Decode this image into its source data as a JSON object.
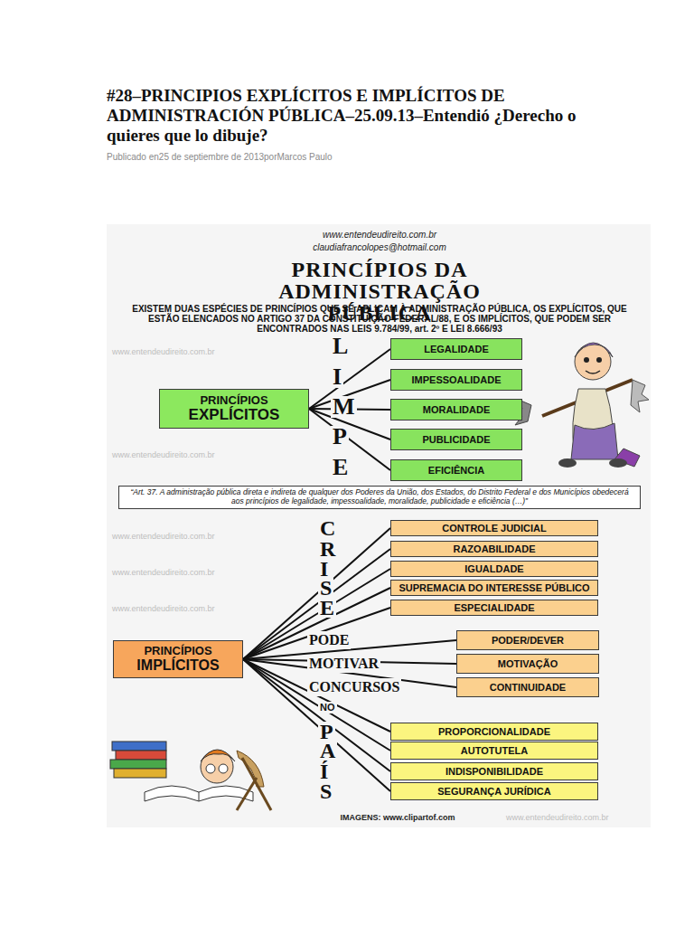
{
  "diagram": {
    "title": "#28–PRINCIPIOS EXPLÍCITOS E IMPLÍCITOS DE ADMINISTRACIÓN PÚBLICA–25.09.13–Entendió ¿Derecho o quieres que lo dibuje?",
    "nodes": [
      {
        "text": [
          "PRINCÍPIOS",
          "EXPLÍCITOS"
        ]
      },
      {
        "text": [
          "LEGALIDADE"
        ]
      },
      {
        "text": [
          "IMPESSOALIDADE"
        ]
      },
      {
        "text": [
          "MORALIDADE"
        ]
      },
      {
        "text": [
          "PUBLICIDADE"
        ]
      },
      {
        "text": [
          "EFICIÊNCIA"
        ]
      },
      {
        "text": [
          "“Art. 37. A administração pública direta e indireta de qualquer dos Poderes da União, dos Estados, do Distrito Federal e dos Municípios obedecerá aos princípios de legalidade, impessoalidade, moralidade, publicidade e eficiência (…)”"
        ]
      },
      {
        "text": [
          "PRINCÍPIOS",
          "IMPLÍCITOS"
        ]
      },
      {
        "text": [
          "CONTROLE JUDICIAL"
        ]
      },
      {
        "text": [
          "RAZOABILIDADE"
        ]
      },
      {
        "text": [
          "IGUALDADE"
        ]
      },
      {
        "text": [
          "SUPREMACIA DO INTERESSE PÚBLICO"
        ]
      },
      {
        "text": [
          "ESPECIALIDADE"
        ]
      },
      {
        "text": [
          "PODER/DEVER"
        ]
      },
      {
        "text": [
          "MOTIVAÇÃO"
        ]
      },
      {
        "text": [
          "CONTINUIDADE"
        ]
      },
      {
        "text": [
          "PROPORCIONALIDADE"
        ]
      },
      {
        "text": [
          "AUTOTUTELA"
        ]
      },
      {
        "text": [
          "INDISPONIBILIDADE"
        ]
      },
      {
        "text": [
          "SEGURANÇA JURÍDICA"
        ]
      }
    ],
    "edges": [
      {
        "from": 0,
        "to": 1,
        "arrow": "none"
      },
      {
        "from": 0,
        "to": 2,
        "arrow": "none"
      },
      {
        "from": 0,
        "to": 3,
        "arrow": "none"
      },
      {
        "from": 0,
        "to": 4,
        "arrow": "none"
      },
      {
        "from": 0,
        "to": 5,
        "arrow": "none"
      },
      {
        "from": 7,
        "to": 8,
        "arrow": "none"
      },
      {
        "from": 7,
        "to": 9,
        "arrow": "none"
      },
      {
        "from": 7,
        "to": 10,
        "arrow": "none"
      },
      {
        "from": 7,
        "to": 11,
        "arrow": "none"
      },
      {
        "from": 7,
        "to": 12,
        "arrow": "none"
      },
      {
        "from": 7,
        "to": 13,
        "arrow": "none"
      },
      {
        "from": 7,
        "to": 14,
        "arrow": "none"
      },
      {
        "from": 7,
        "to": 15,
        "arrow": "none"
      },
      {
        "from": 7,
        "to": 16,
        "arrow": "none"
      },
      {
        "from": 7,
        "to": 17,
        "arrow": "none"
      },
      {
        "from": 7,
        "to": 18,
        "arrow": "none"
      },
      {
        "from": 7,
        "to": 19,
        "arrow": "none"
      }
    ],
    "labels": [
      "Publicado en25 de septiembre de 2013porMarcos Paulo",
      "www.entendeudireito.com.br",
      "claudiafrancolopes@hotmail.com",
      "PRINCÍPIOS DA ADMINISTRAÇÃO PÚBLICA",
      "EXISTEM DUAS ESPÉCIES DE PRINCÍPIOS QUE SE APLICAM À ADMINISTRAÇÃO PÚBLICA, OS EXPLÍCITOS, QUE ESTÃO ELENCADOS NO ARTIGO 37 DA CONSTITUIÇÃO FEDERAL/88, E OS IMPLÍCITOS, QUE PODEM SER ENCONTRADOS NAS LEIS 9.784/99, art. 2º E LEI 8.666/93",
      "L",
      "I",
      "M",
      "P",
      "E",
      "C",
      "R",
      "I",
      "S",
      "E",
      "PODE",
      "MOTIVAR",
      "CONCURSOS",
      "NO",
      "P",
      "A",
      "Í",
      "S",
      "IMAGENS: www.clipartof.com",
      "www.entendeudireito.com.br",
      "www.entendeudireito.com.br",
      "www.entendeudireito.com.br",
      "www.entendeudireito.com.br",
      "www.entendeudireito.com.br",
      "www.entendeudireito.com.br"
    ]
  }
}
